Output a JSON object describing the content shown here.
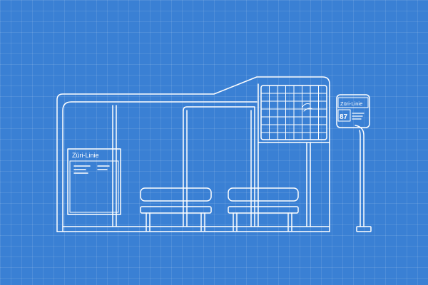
{
  "scene": {
    "poster_label": "Züri-Linie",
    "sign_label": "Züri-Linie",
    "sign_route_number": "87",
    "colors": {
      "background": "#3a80d4",
      "line": "#ffffff"
    }
  }
}
